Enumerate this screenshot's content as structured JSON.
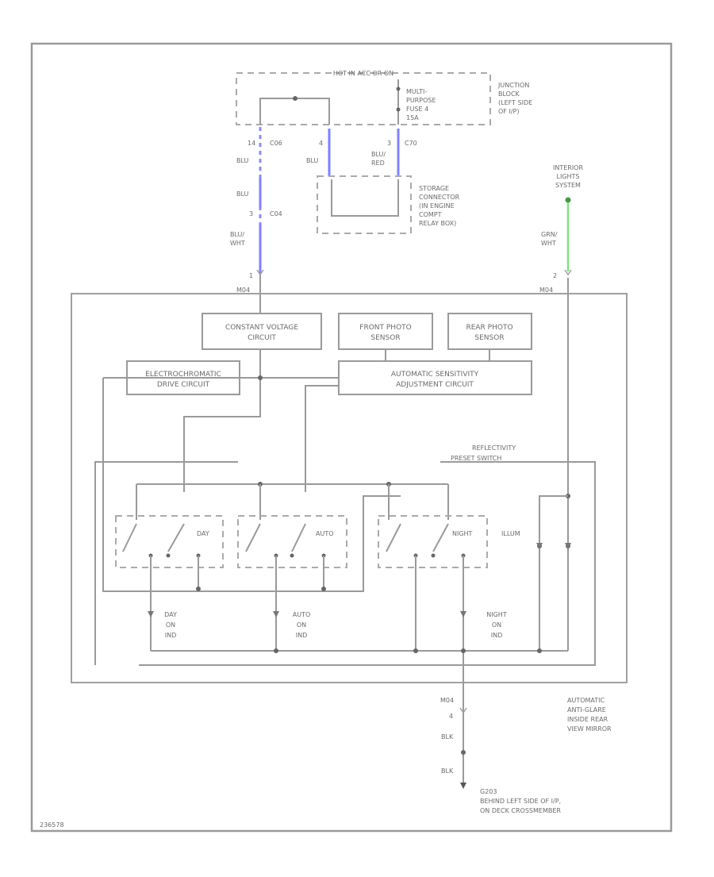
{
  "diagram": {
    "code": "236578",
    "colors": {
      "wire": "#9a9a9a",
      "blue_wire": "#8080ff",
      "green_wire": "#80e080",
      "text": "#6a6a6a"
    },
    "junction_block": {
      "header": "HOT IN ACC OR ON",
      "fuse": [
        "MULTI-",
        "PURPOSE",
        "FUSE 4",
        "15A"
      ],
      "label": [
        "JUNCTION",
        "BLOCK",
        "(LEFT SIDE",
        "OF I/P)"
      ]
    },
    "connectors": {
      "c06": "C06",
      "c70": "C70",
      "c04": "C04",
      "pin_14": "14",
      "pin_4": "4",
      "pin_3_top": "3",
      "pin_3": "3",
      "pin_1": "1",
      "pin_2": "2",
      "pin_4_ground": "4"
    },
    "wires": {
      "blu_top": "BLU",
      "blu_mid": "BLU",
      "blu_storage": "BLU",
      "blu_red": [
        "BLU/",
        "RED"
      ],
      "blu_wht": [
        "BLU/",
        "WHT"
      ],
      "grn_wht": [
        "GRN/",
        "WHT"
      ],
      "blk_1": "BLK",
      "blk_2": "BLK"
    },
    "storage_connector": [
      "STORAGE",
      "CONNECTOR",
      "(IN ENGINE",
      "COMPT",
      "RELAY BOX)"
    ],
    "interior_lights": [
      "INTERIOR",
      "LIGHTS",
      "SYSTEM"
    ],
    "mirror_connector_left": "M04",
    "mirror_connector_right": "M04",
    "blocks": {
      "constant_voltage": [
        "CONSTANT VOLTAGE",
        "CIRCUIT"
      ],
      "front_photo": [
        "FRONT PHOTO",
        "SENSOR"
      ],
      "rear_photo": [
        "REAR PHOTO",
        "SENSOR"
      ],
      "electrochromatic": [
        "ELECTROCHROMATIC",
        "DRIVE CIRCUIT"
      ],
      "auto_sensitivity": [
        "AUTOMATIC SENSITIVITY",
        "ADJUSTMENT CIRCUIT"
      ]
    },
    "switch": {
      "title": [
        "REFLECTIVITY",
        "PRESET SWITCH"
      ],
      "day": "DAY",
      "auto": "AUTO",
      "night": "NIGHT",
      "illum": "ILLUM"
    },
    "indicators": {
      "day": [
        "DAY",
        "ON",
        "IND"
      ],
      "auto": [
        "AUTO",
        "ON",
        "IND"
      ],
      "night": [
        "NIGHT",
        "ON",
        "IND"
      ]
    },
    "mirror_label": [
      "AUTOMATIC",
      "ANTI-GLARE",
      "INSIDE REAR",
      "VIEW MIRROR"
    ],
    "ground_connector": "M04",
    "ground": [
      "G203",
      "BEHIND LEFT SIDE OF I/P,",
      "ON DECK CROSSMEMBER"
    ]
  }
}
